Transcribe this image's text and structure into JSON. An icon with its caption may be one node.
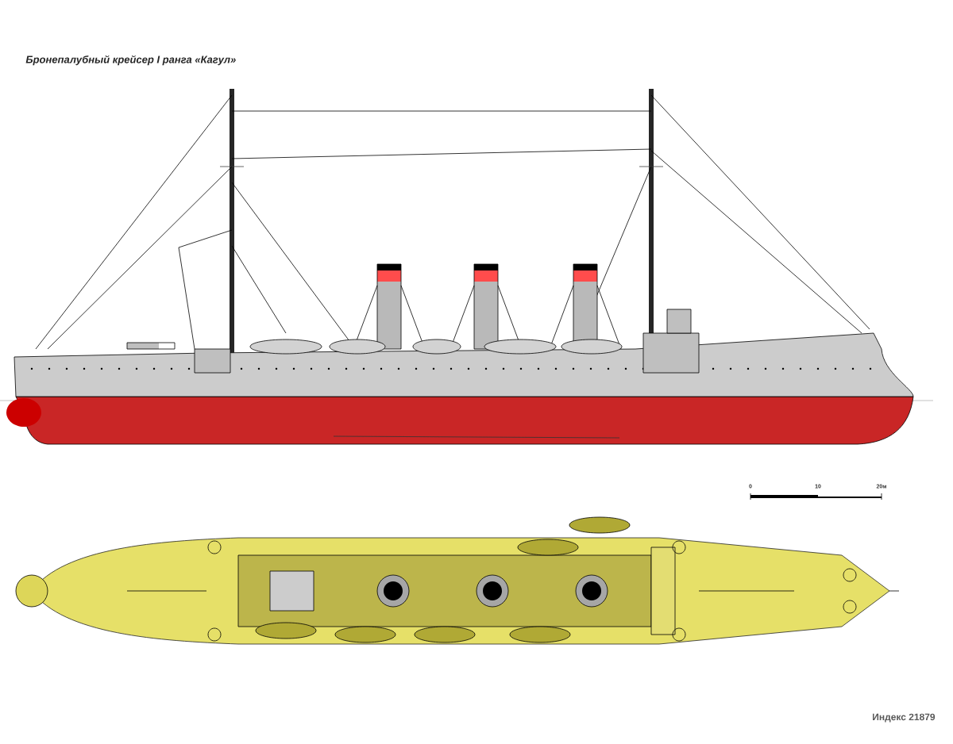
{
  "diagram": {
    "title": "Бронепалубный крейсер I ранга «Кагул»",
    "labels": [
      "0",
      "10",
      "20м",
      "Индекс 21879"
    ]
  }
}
